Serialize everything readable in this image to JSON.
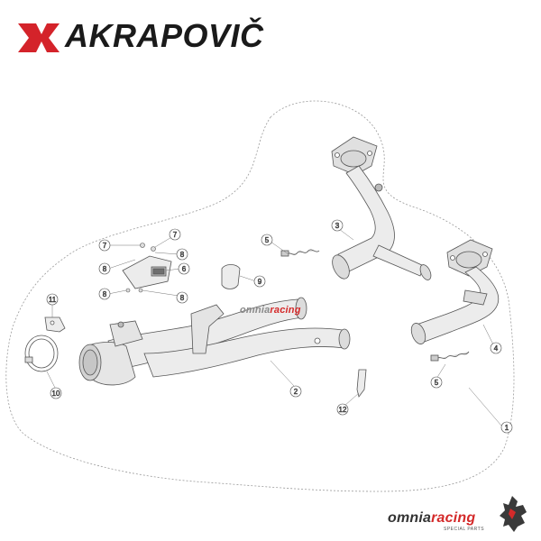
{
  "brand": {
    "name": "AKRAPOVIČ",
    "red": "#d4232a"
  },
  "watermark": {
    "part1": "omnia",
    "part2": "racing"
  },
  "footer": {
    "part1": "omnia",
    "part2": "racing",
    "tagline": "SPECIAL PARTS"
  },
  "callouts": [
    {
      "id": "1",
      "label": "1"
    },
    {
      "id": "2",
      "label": "2"
    },
    {
      "id": "3",
      "label": "3"
    },
    {
      "id": "4",
      "label": "4"
    },
    {
      "id": "5a",
      "label": "5"
    },
    {
      "id": "5b",
      "label": "5"
    },
    {
      "id": "6",
      "label": "6"
    },
    {
      "id": "7a",
      "label": "7"
    },
    {
      "id": "7b",
      "label": "7"
    },
    {
      "id": "8a",
      "label": "8"
    },
    {
      "id": "8b",
      "label": "8"
    },
    {
      "id": "8c",
      "label": "8"
    },
    {
      "id": "8d",
      "label": "8"
    },
    {
      "id": "9",
      "label": "9"
    },
    {
      "id": "10",
      "label": "10"
    },
    {
      "id": "11",
      "label": "11"
    },
    {
      "id": "12",
      "label": "12"
    }
  ]
}
